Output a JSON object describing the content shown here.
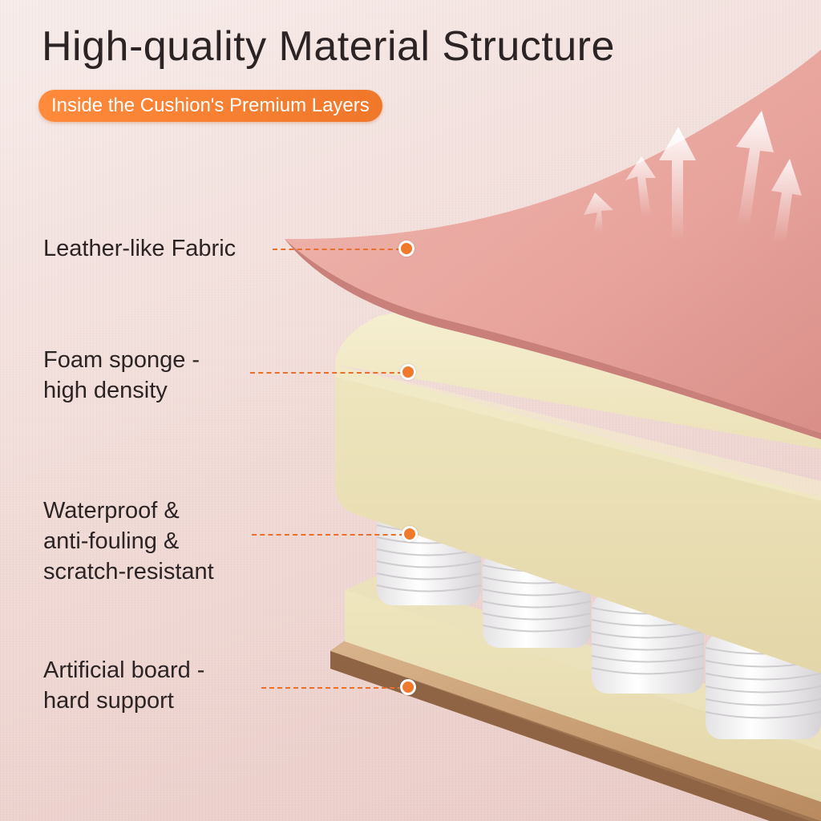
{
  "header": {
    "title": "High-quality Material Structure",
    "subtitle": "Inside the Cushion's Premium Layers"
  },
  "layers": [
    {
      "label": "Leather-like Fabric",
      "icon": "fabric-layer"
    },
    {
      "label": "Foam sponge -\nhigh density",
      "icon": "foam-layer"
    },
    {
      "label": "Waterproof &\nanti-fouling &\nscratch-resistant",
      "icon": "spring-layer"
    },
    {
      "label": "Artificial board -\nhard support",
      "icon": "board-layer"
    }
  ],
  "colors": {
    "accent": "#f07a2b",
    "fabric": "#e8a8a2",
    "foam": "#f1e9c6",
    "board": "#c79a6e",
    "text": "#2c2424"
  }
}
